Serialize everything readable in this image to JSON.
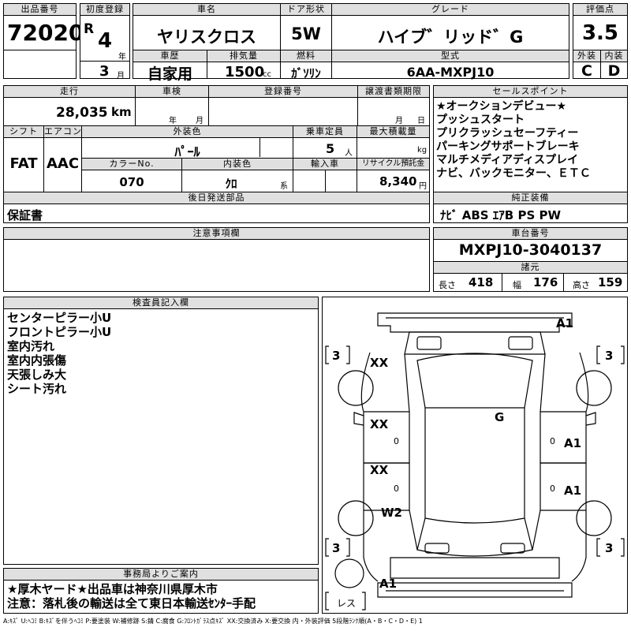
{
  "header": {
    "lot_label": "出品番号",
    "lot": "72020",
    "first_reg_label": "初度登録",
    "era": "R",
    "year": "4",
    "year_unit": "年",
    "month": "3",
    "month_unit": "月",
    "car_name_label": "車名",
    "car_name": "ヤリスクロス",
    "door_label": "ドア形状",
    "door": "5W",
    "grade_label": "グレード",
    "grade": "ハイブ゛リッド゛G",
    "score_label": "評価点",
    "score": "3.5",
    "exterior_label": "外装",
    "exterior": "C",
    "interior_label": "内装",
    "interior": "D",
    "history_label": "車歴",
    "history": "自家用",
    "displacement_label": "排気量",
    "displacement": "1500",
    "cc": "cc",
    "fuel_label": "燃料",
    "fuel": "ｶﾞｿﾘﾝ",
    "model_label": "型式",
    "model": "6AA-MXPJ10"
  },
  "row2": {
    "mileage_label": "走行",
    "mileage": "28,035",
    "km": "km",
    "inspection_label": "車検",
    "year_unit": "年",
    "month_unit": "月",
    "reg_label": "登録番号",
    "transfer_label": "譲渡書類期限",
    "month_unit2": "月",
    "day_unit": "日",
    "shift_label": "シフト",
    "shift": "FAT",
    "ac_label": "エアコン",
    "ac": "AAC",
    "color_label": "外装色",
    "color": "ﾊﾟｰﾙ",
    "capacity_label": "乗車定員",
    "capacity": "5",
    "capacity_unit": "人",
    "load_label": "最大積載量",
    "load_unit": "kg",
    "color_no_label": "カラーNo.",
    "color_no": "070",
    "int_color_label": "内装色",
    "int_color": "ｸﾛ",
    "int_color_unit": "系",
    "import_label": "輸入車",
    "recycle_label": "リサイクル預託金",
    "recycle": "8,340",
    "recycle_unit": "円",
    "later_label": "後日発送部品",
    "later": "保証書"
  },
  "sales": {
    "label": "セールスポイント",
    "points": [
      "★オークションデビュー★",
      "プッシュスタート",
      "プリクラッシュセーフティー",
      "パーキングサポートブレーキ",
      "マルチメディアディスプレイ",
      "ナビ、バックモニター、ＥＴＣ"
    ],
    "equip_label": "純正装備",
    "equip": "ﾅﾋﾞ ABS ｴｱB PS PW"
  },
  "caution": {
    "label": "注意事項欄"
  },
  "chassis": {
    "label": "車台番号",
    "number": "MXPJ10-3040137",
    "spec_label": "諸元",
    "len_label": "長さ",
    "length": "418",
    "wid_label": "幅",
    "width": "176",
    "hgt_label": "高さ",
    "height": "159"
  },
  "inspector": {
    "label": "検査員記入欄",
    "notes": [
      "センターピラー小U",
      "フロントピラー小U",
      "室内汚れ",
      "室内内張傷",
      "天張しみ大",
      "シート汚れ"
    ]
  },
  "office": {
    "label": "事務局よりご案内",
    "lines": [
      "★厚木ヤード★出品車は神奈川県厚木市",
      "注意：落札後の輸送は全て東日本輸送ｾﾝﾀｰ手配"
    ]
  },
  "diagram": {
    "tire_mark": "3",
    "marks": [
      {
        "id": "front-bumper",
        "text": "A1"
      },
      {
        "id": "front-left-fender",
        "text": "XX"
      },
      {
        "id": "roof",
        "text": "G"
      },
      {
        "id": "left-front-door",
        "text": "XX"
      },
      {
        "id": "left-front-door-sub",
        "text": "0"
      },
      {
        "id": "right-front-door-sub",
        "text": "0"
      },
      {
        "id": "right-front-door",
        "text": "A1"
      },
      {
        "id": "left-rear-door",
        "text": "XX"
      },
      {
        "id": "left-rear-door-sub",
        "text": "0"
      },
      {
        "id": "right-rear-door-sub",
        "text": "0"
      },
      {
        "id": "right-rear-door",
        "text": "A1"
      },
      {
        "id": "left-rear-fender",
        "text": "W2"
      },
      {
        "id": "rear-bumper",
        "text": "A1"
      }
    ],
    "spare": "レス"
  },
  "legend": "A:ｷｽﾞ U:ﾍｺﾐ B:ｷｽﾞを伴うﾍｺﾐ P:要塗装 W:補修跡 S:錆 C:腐食 G:ﾌﾛﾝﾄｶﾞﾗｽ点ｷｽﾞ XX:交換済み X:要交換 内・外装評価 5段階ﾗﾝｸ順(A・B・C・D・E) 1"
}
